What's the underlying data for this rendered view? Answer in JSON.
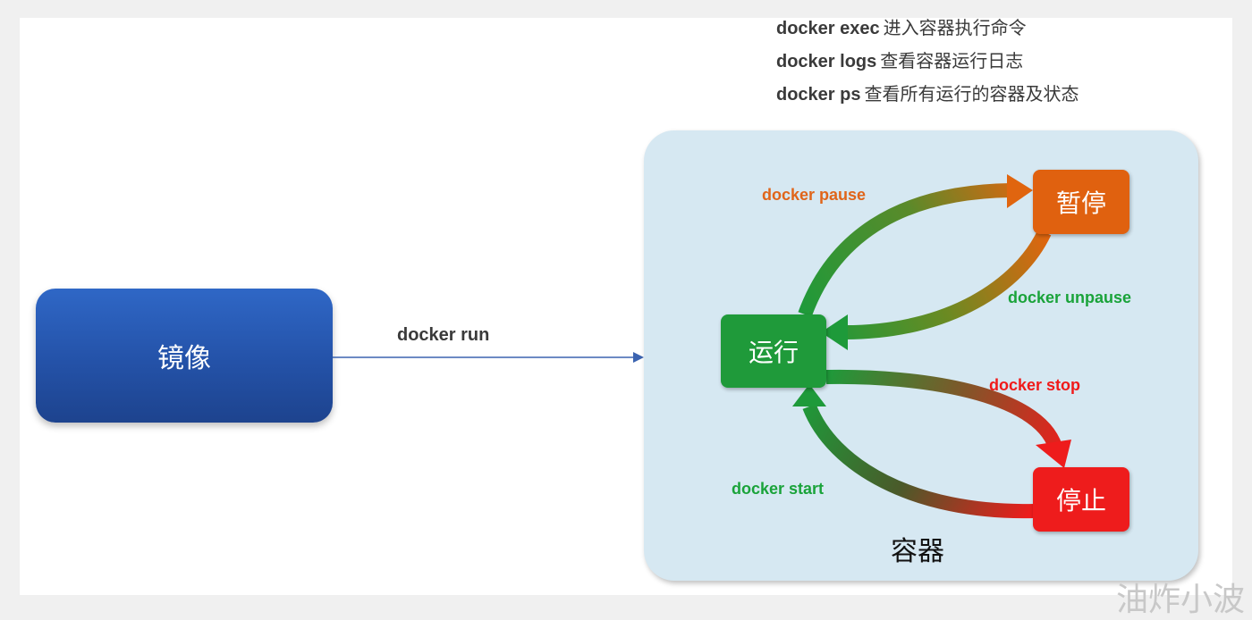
{
  "commands": [
    {
      "cmd": "docker exec",
      "desc": "进入容器执行命令"
    },
    {
      "cmd": "docker logs",
      "desc": "查看容器运行日志"
    },
    {
      "cmd": "docker ps",
      "desc": "查看所有运行的容器及状态"
    }
  ],
  "image_node": {
    "label": "镜像"
  },
  "run_edge": {
    "label": "docker run"
  },
  "container": {
    "label": "容器",
    "states": {
      "running": "运行",
      "paused": "暂停",
      "stopped": "停止"
    },
    "transitions": {
      "pause": "docker pause",
      "unpause": "docker unpause",
      "stop": "docker stop",
      "start": "docker start"
    }
  },
  "colors": {
    "image": "#2452a8",
    "container_bg": "#d6e8f2",
    "running": "#1f9a3a",
    "paused": "#e0610f",
    "stopped": "#ee1c1c"
  },
  "watermark": "油炸小波"
}
